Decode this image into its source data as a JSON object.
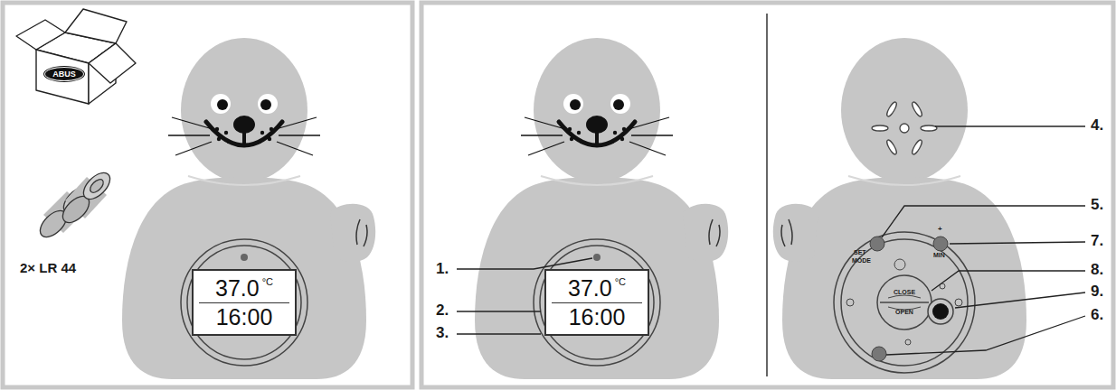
{
  "diagram": {
    "nodes": [
      {
        "text": [
          "ABUS"
        ]
      },
      {
        "text": [
          "37.0",
          "°C",
          "16:00"
        ]
      },
      {
        "text": [
          "37.0",
          "°C",
          "16:00"
        ]
      }
    ],
    "labels": [
      "2× LR 44",
      "1.",
      "2.",
      "3.",
      "4.",
      "5.",
      "6.",
      "7.",
      "8.",
      "9.",
      "SET",
      "MODE",
      "+",
      "MIN",
      "CLOSE",
      "OPEN"
    ]
  }
}
